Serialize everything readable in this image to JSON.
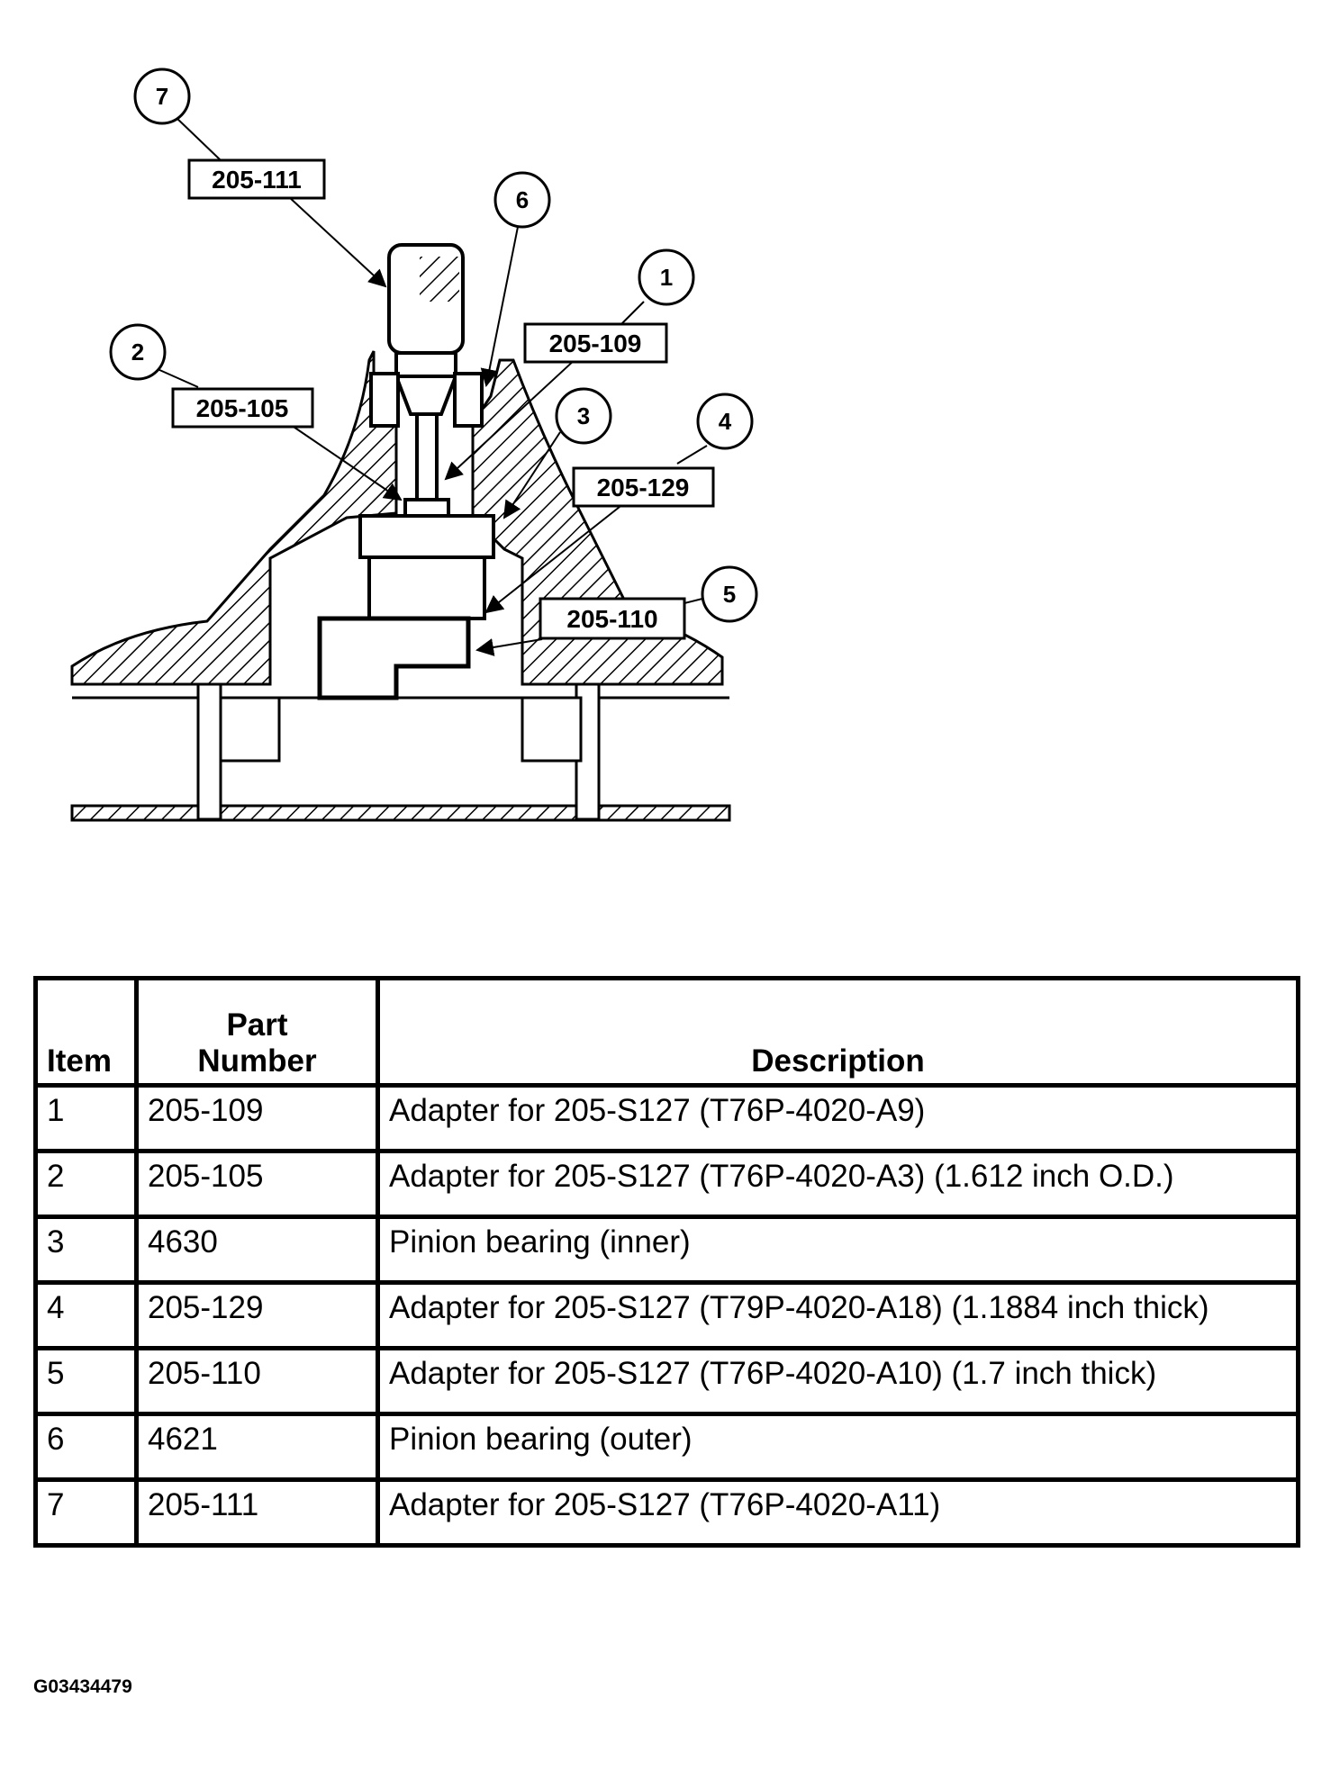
{
  "callouts": [
    {
      "num": "7",
      "part": "205-111"
    },
    {
      "num": "6",
      "part": ""
    },
    {
      "num": "1",
      "part": "205-109"
    },
    {
      "num": "2",
      "part": "205-105"
    },
    {
      "num": "3",
      "part": ""
    },
    {
      "num": "4",
      "part": "205-129"
    },
    {
      "num": "5",
      "part": "205-110"
    }
  ],
  "table": {
    "headers": {
      "item": "Item",
      "part_line1": "Part",
      "part_line2": "Number",
      "description": "Description"
    },
    "rows": [
      {
        "item": "1",
        "part": "205-109",
        "description": "Adapter for 205-S127 (T76P-4020-A9)"
      },
      {
        "item": "2",
        "part": "205-105",
        "description": "Adapter for 205-S127 (T76P-4020-A3) (1.612 inch O.D.)"
      },
      {
        "item": "3",
        "part": "4630",
        "description": "Pinion bearing (inner)"
      },
      {
        "item": "4",
        "part": "205-129",
        "description": "Adapter for 205-S127 (T79P-4020-A18) (1.1884 inch thick)"
      },
      {
        "item": "5",
        "part": "205-110",
        "description": "Adapter for 205-S127 (T76P-4020-A10) (1.7 inch thick)"
      },
      {
        "item": "6",
        "part": "4621",
        "description": "Pinion bearing (outer)"
      },
      {
        "item": "7",
        "part": "205-111",
        "description": "Adapter for 205-S127 (T76P-4020-A11)"
      }
    ]
  },
  "figure_id": "G03434479"
}
